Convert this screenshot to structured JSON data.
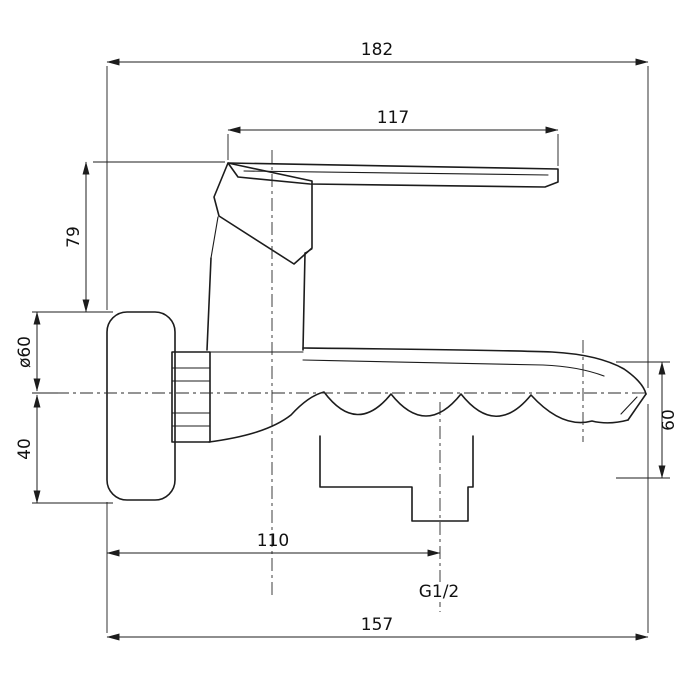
{
  "drawing": {
    "type": "bath-mixer-faucet-technical-side-view",
    "dimensions": {
      "overall_depth": "182",
      "lever_length": "117",
      "body_height": "79",
      "flange_diameter": "ø60",
      "lower_offset": "40",
      "spout_height": "60",
      "outlet_distance": "110",
      "thread_size": "G1/2",
      "spout_reach": "157"
    },
    "colors": {
      "line": "#1c1c1c",
      "background": "#ffffff"
    }
  }
}
